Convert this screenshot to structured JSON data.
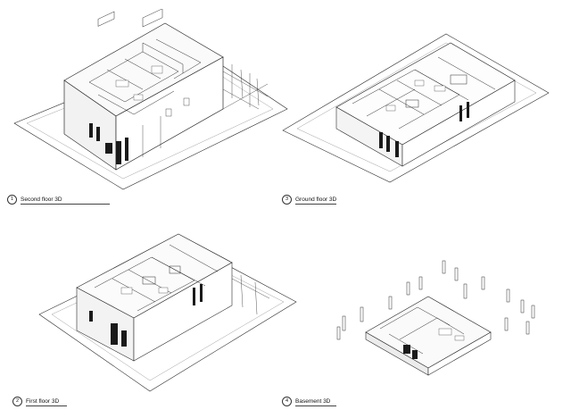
{
  "views": [
    {
      "number": "1",
      "title": "Second floor 3D"
    },
    {
      "number": "3",
      "title": "Ground floor 3D"
    },
    {
      "number": "2",
      "title": "First floor 3D"
    },
    {
      "number": "4",
      "title": "Basement 3D"
    }
  ],
  "colors": {
    "line": "#2b2b2b",
    "fill_dark": "#1a1a1a",
    "fill_light": "#f4f4f4",
    "paper": "#ffffff"
  }
}
